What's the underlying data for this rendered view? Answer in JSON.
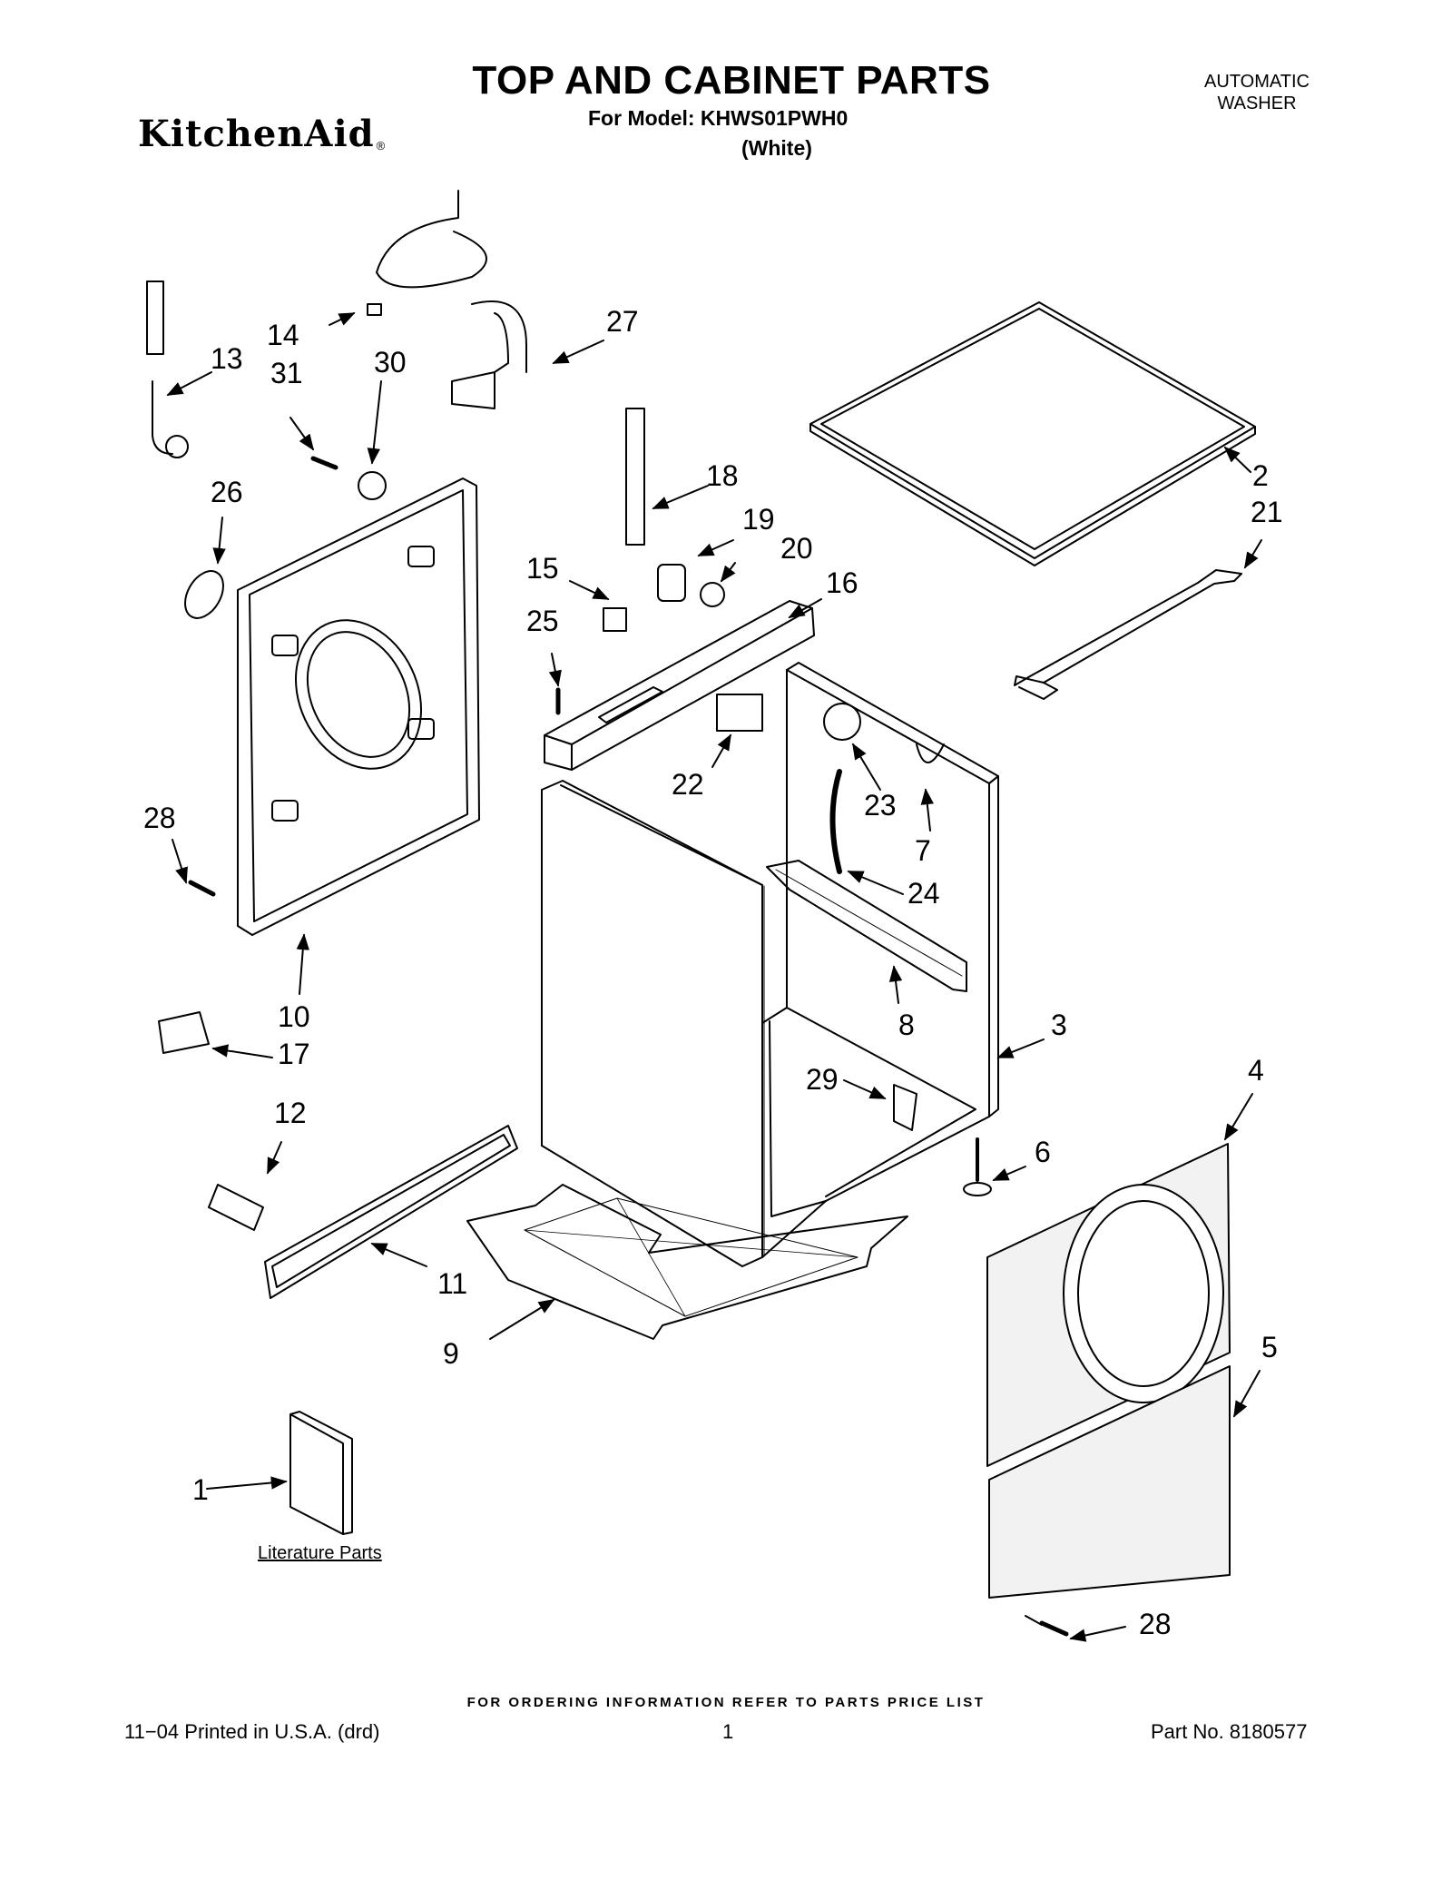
{
  "header": {
    "title": "TOP AND CABINET PARTS",
    "model_line": "For Model: KHWS01PWH0",
    "color_line": "(White)",
    "brand": "KitchenAid",
    "brand_mark": "®",
    "product_type_line1": "AUTOMATIC",
    "product_type_line2": "WASHER"
  },
  "diagram": {
    "literature_label": "Literature Parts",
    "callouts": [
      "1",
      "2",
      "3",
      "4",
      "5",
      "6",
      "7",
      "8",
      "9",
      "10",
      "11",
      "12",
      "13",
      "14",
      "15",
      "16",
      "17",
      "18",
      "19",
      "20",
      "21",
      "22",
      "23",
      "24",
      "25",
      "26",
      "27",
      "28",
      "28",
      "29",
      "30",
      "31"
    ]
  },
  "footer": {
    "ordering_note": "FOR ORDERING INFORMATION REFER TO PARTS PRICE LIST",
    "print_info": "11−04 Printed in U.S.A. (drd)",
    "page_number": "1",
    "part_number": "Part No. 8180577"
  }
}
